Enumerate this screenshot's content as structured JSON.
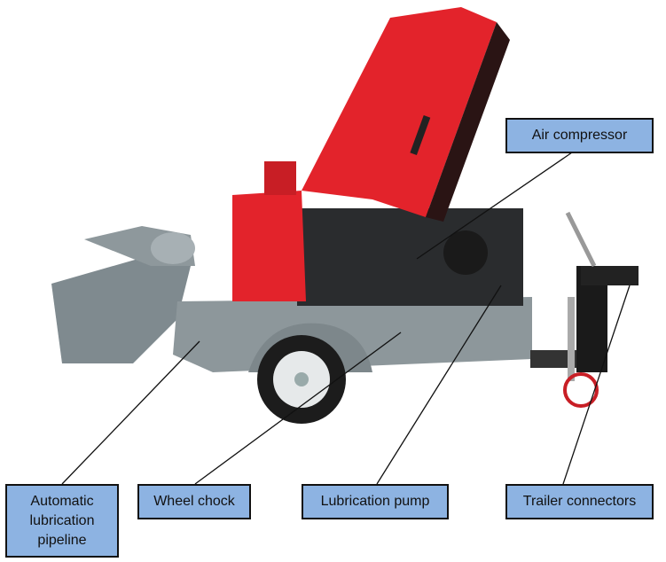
{
  "labels": {
    "air_compressor": "Air compressor",
    "automatic_lubrication_pipeline": "Automatic lubrication pipeline",
    "wheel_chock": "Wheel chock",
    "lubrication_pump": "Lubrication pump",
    "trailer_connectors": "Trailer connectors"
  },
  "colors": {
    "label_fill": "#8db3e2",
    "machine_red": "#e3232b",
    "machine_gray": "#8d979b"
  }
}
